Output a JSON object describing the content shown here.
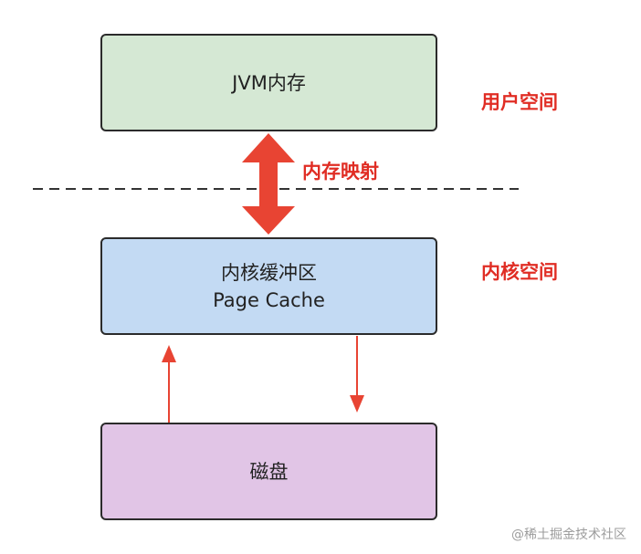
{
  "boxes": {
    "jvm": {
      "label": "JVM内存",
      "color": "#d5e8d4"
    },
    "page_cache": {
      "line1": "内核缓冲区",
      "line2": "Page Cache",
      "color": "#c3daf3"
    },
    "disk": {
      "label": "磁盘",
      "color": "#e1c5e6"
    }
  },
  "labels": {
    "user_space": "用户空间",
    "kernel_space": "内核空间",
    "mmap": "内存映射"
  },
  "colors": {
    "arrow": "#e84433",
    "label": "#e02d24",
    "border": "#2b2b2b",
    "divider": "#333333"
  },
  "watermark": "@稀土掘金技术社区"
}
